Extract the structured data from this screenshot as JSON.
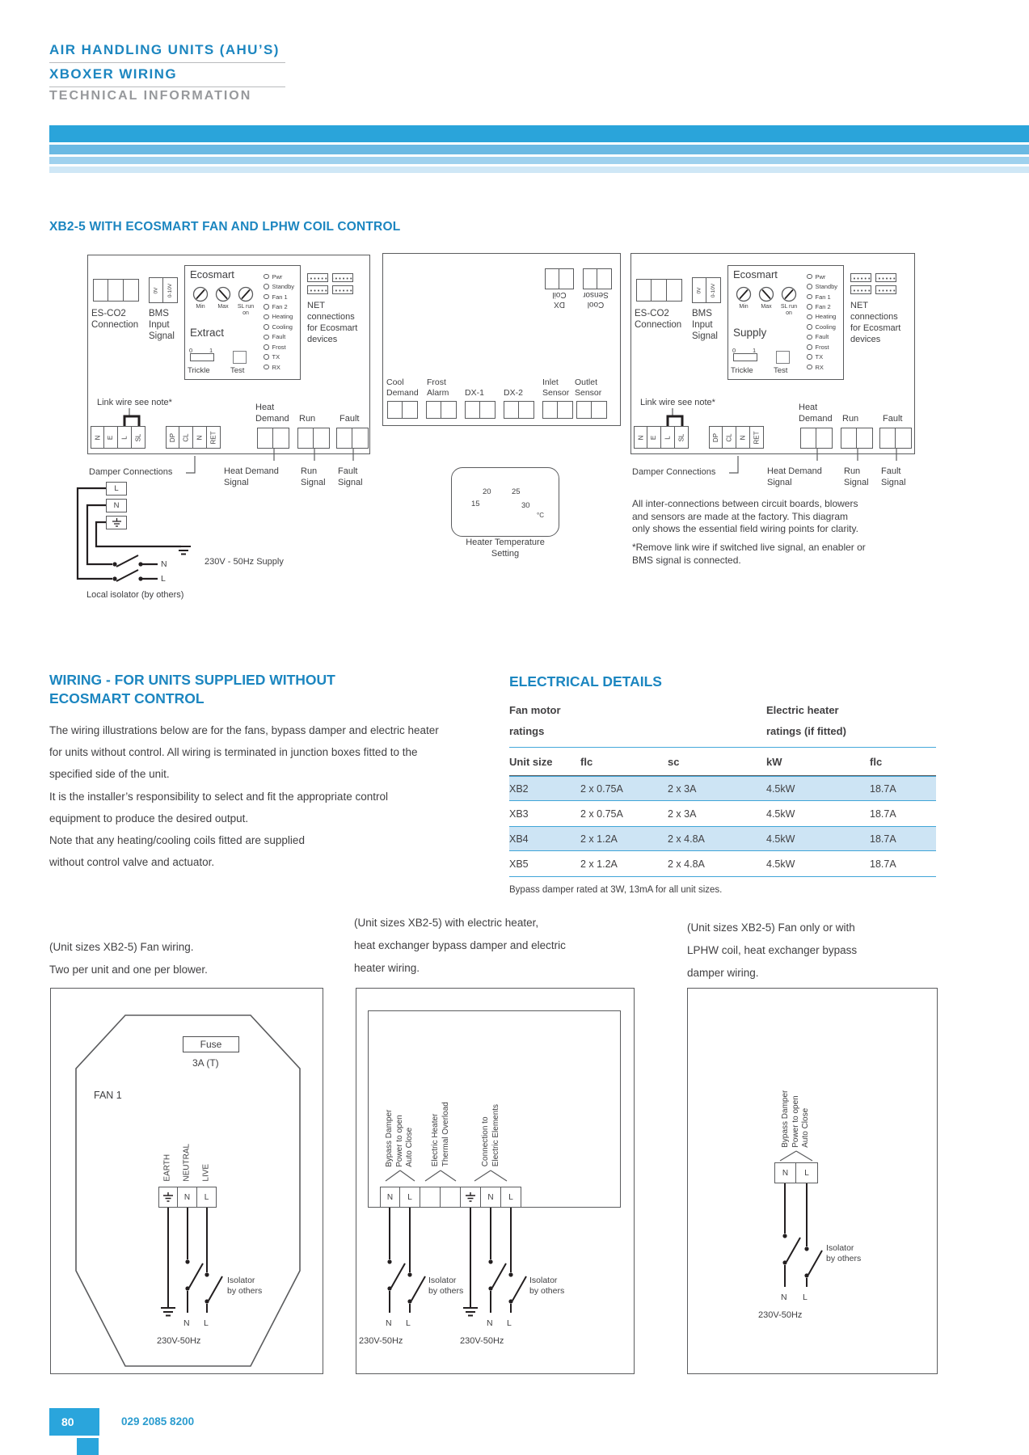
{
  "header": {
    "title1": "AIR HANDLING UNITS (AHU’S)",
    "title2": "XBOXER WIRING",
    "title3": "TECHNICAL INFORMATION"
  },
  "section1_title": "XB2-5 WITH ECOSMART FAN AND LPHW COIL CONTROL",
  "sym": {
    "n": "N",
    "l": "L"
  },
  "board": {
    "esco2_label": "ES-CO2\nConnection",
    "bms_label": "BMS\nInput\nSignal",
    "bms_cells": [
      "0V",
      "0-10V"
    ],
    "ecosmart": "Ecosmart",
    "dial_min": "Min",
    "dial_max": "Max",
    "dial_sl": "SL run\non",
    "extract": "Extract",
    "supply": "Supply",
    "sw0": "0",
    "sw1": "1",
    "trickle": "Trickle",
    "test": "Test",
    "leds": [
      "Pwr",
      "Standby",
      "Fan 1",
      "Fan 2",
      "Heating",
      "Cooling",
      "Fault",
      "Frost",
      "TX",
      "RX"
    ],
    "net_label": "NET\nconnections\nfor Ecosmart\ndevices",
    "link_wire": "Link wire see note*",
    "mains_terms": [
      "N",
      "E",
      "L",
      "SL"
    ],
    "damper_terms": [
      "DP",
      "CL",
      "N",
      "RET"
    ],
    "heat_demand": "Heat\nDemand",
    "run": "Run",
    "fault": "Fault",
    "damper_connections": "Damper Connections",
    "heat_demand_signal": "Heat Demand\nSignal",
    "run_signal": "Run\nSignal",
    "fault_signal": "Fault\nSignal"
  },
  "supply_wiring": {
    "mains": "230V -  50Hz Supply",
    "local_isolator": "Local isolator (by others)"
  },
  "coil_board": {
    "dx_coil": "DX\nCoil",
    "cool_sensor": "Cool\nSensor",
    "cool_demand": "Cool\nDemand",
    "frost_alarm": "Frost\nAlarm",
    "dx1": "DX-1",
    "dx2": "DX-2",
    "inlet_sensor": "Inlet\nSensor",
    "outlet_sensor": "Outlet\nSensor"
  },
  "thermostat": {
    "t15": "15",
    "t20": "20",
    "t25": "25",
    "t30": "30",
    "unit": "°C",
    "caption": "Heater Temperature\nSetting"
  },
  "notes": {
    "factory": "All inter-connections between circuit boards, blowers\nand sensors are made at the factory. This diagram\nonly shows the essential field wiring points for clarity.",
    "remove_link": "*Remove link wire if switched live signal, an enabler or\nBMS signal is connected."
  },
  "wiring_section": {
    "title": "WIRING - FOR UNITS SUPPLIED WITHOUT\nECOSMART CONTROL",
    "p1": "The wiring illustrations below are for the fans, bypass damper and electric heater\nfor units without control. All wiring is terminated in junction boxes fitted to the\nspecified side of the unit.",
    "p2": "It is the installer’s responsibility to select and fit the appropriate control\nequipment to produce the desired output.",
    "p3": "Note that any heating/cooling coils fitted are supplied\nwithout control valve and actuator."
  },
  "electrical": {
    "title": "ELECTRICAL DETAILS",
    "group_fan": "Fan motor\nratings",
    "group_heater": "Electric heater\nratings (if fitted)",
    "col_unit": "Unit size",
    "col_flc": "flc",
    "col_sc": "sc",
    "col_kw": "kW",
    "col_flc2": "flc",
    "rows": [
      {
        "unit": "XB2",
        "flc": "2 x 0.75A",
        "sc": "2 x 3A",
        "kw": "4.5kW",
        "flc2": "18.7A"
      },
      {
        "unit": "XB3",
        "flc": "2 x 0.75A",
        "sc": "2 x 3A",
        "kw": "4.5kW",
        "flc2": "18.7A"
      },
      {
        "unit": "XB4",
        "flc": "2 x 1.2A",
        "sc": "2 x 4.8A",
        "kw": "4.5kW",
        "flc2": "18.7A"
      },
      {
        "unit": "XB5",
        "flc": "2 x 1.2A",
        "sc": "2 x 4.8A",
        "kw": "4.5kW",
        "flc2": "18.7A"
      }
    ],
    "note": "Bypass damper rated at 3W, 13mA for all unit sizes."
  },
  "bottom": {
    "caption_fan": "(Unit sizes XB2-5) Fan wiring.\nTwo per unit and one per blower.",
    "caption_heater": "(Unit sizes XB2-5) with electric heater,\nheat exchanger bypass damper and electric\nheater wiring.",
    "caption_lphw": "(Unit sizes XB2-5) Fan only or with\nLPHW coil, heat exchanger bypass\ndamper wiring.",
    "fuse": "Fuse",
    "fuse_rating": "3A  (T)",
    "fan1": "FAN 1",
    "earth": "EARTH",
    "neutral": "NEUTRAL",
    "live": "LIVE",
    "bypass_damper": "Bypass Damper\nPower to open\nAuto Close",
    "electric_heater": "Electric Heater\nThermal Overload",
    "connection_elements": "Connection to\nElectric Elements",
    "isolator": "Isolator\nby others",
    "v230": "230V-50Hz"
  },
  "footer": {
    "page": "80",
    "phone": "029 2085 8200"
  }
}
